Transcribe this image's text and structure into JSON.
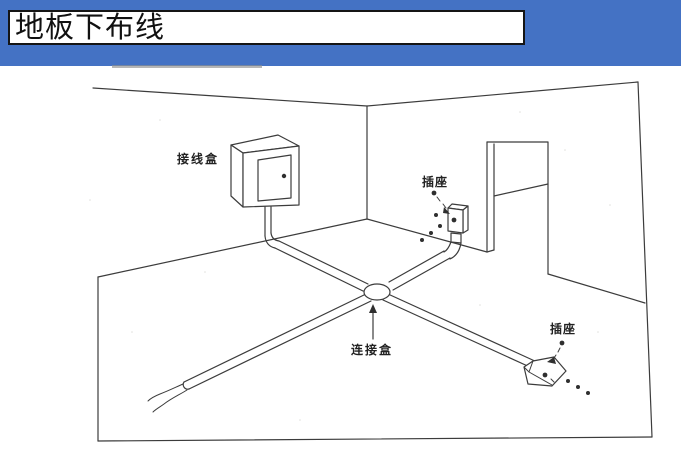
{
  "header": {
    "title": "地板下布线"
  },
  "diagram": {
    "labels": {
      "junction_box": "接线盒",
      "wall_outlet": "插座",
      "connection_box": "连接盒",
      "floor_outlet": "插座"
    }
  },
  "colors": {
    "accent_blue": "#4472c4",
    "line_ink": "#3c3c3c"
  }
}
